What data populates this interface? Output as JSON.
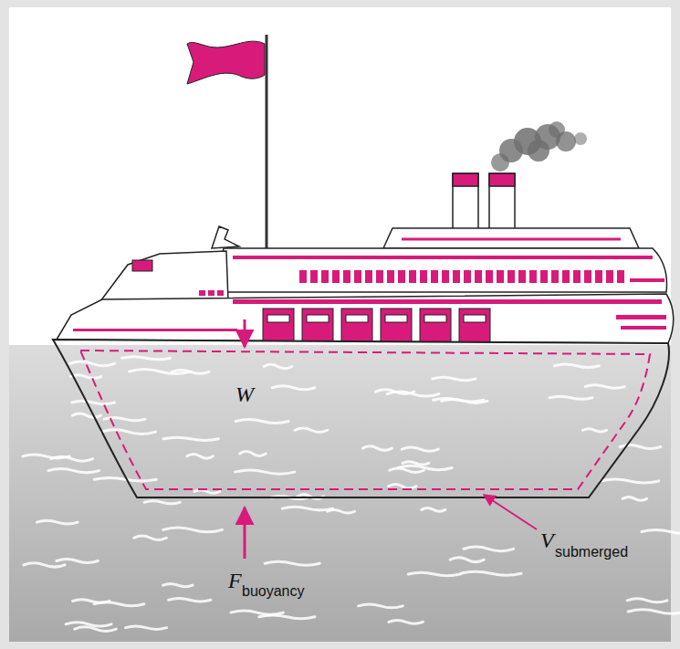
{
  "diagram": {
    "labels": [
      "W",
      "F",
      "buoyancy",
      "V",
      "submerged"
    ]
  }
}
